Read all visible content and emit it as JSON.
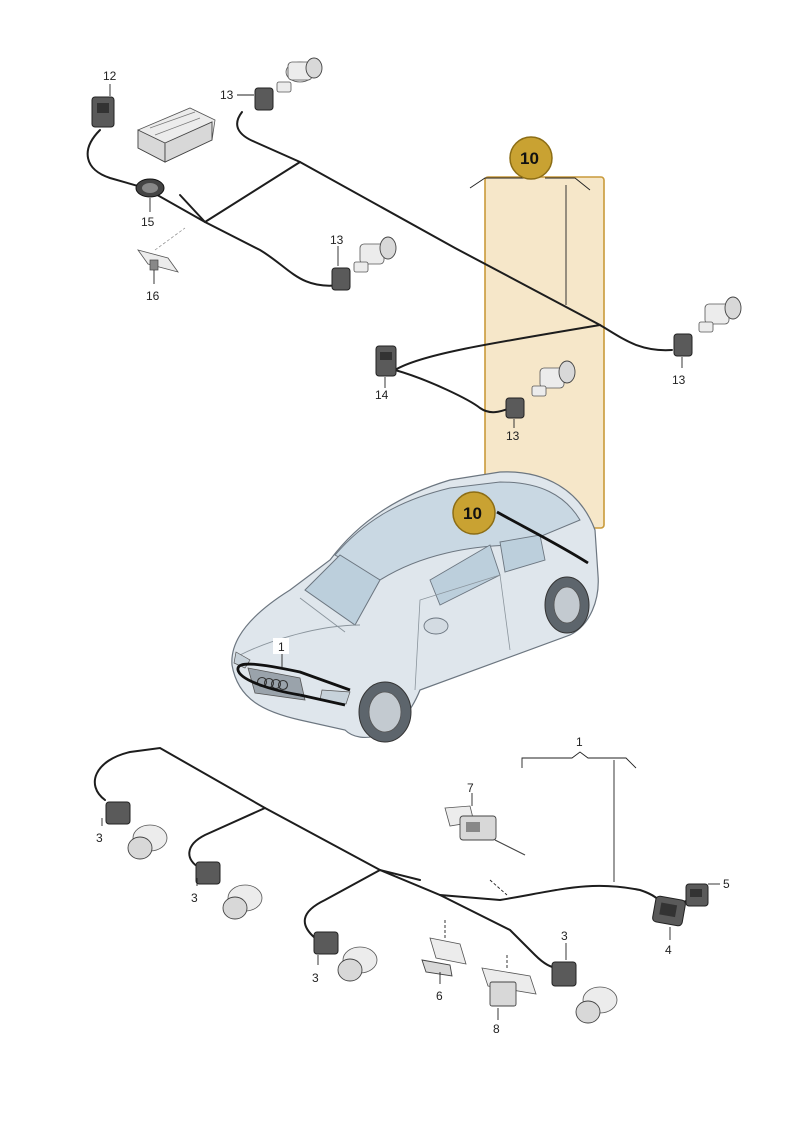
{
  "callouts": {
    "c1_top": "1",
    "c1_car": "1",
    "c3_a": "3",
    "c3_b": "3",
    "c3_c": "3",
    "c3_d": "3",
    "c4": "4",
    "c5": "5",
    "c6": "6",
    "c7": "7",
    "c8": "8",
    "c12": "12",
    "c13_a": "13",
    "c13_b": "13",
    "c13_c": "13",
    "c13_d": "13",
    "c14": "14",
    "c15": "15",
    "c16": "16"
  },
  "badges": {
    "b10_top": "10",
    "b10_car": "10"
  },
  "colors": {
    "highlight_fill": "#f5e3bf",
    "highlight_stroke": "#c99a3a",
    "badge": "#c9a232",
    "car_body": "#dfe6ec",
    "car_glass": "#c9d8e3",
    "wire": "#1d1d1d"
  }
}
